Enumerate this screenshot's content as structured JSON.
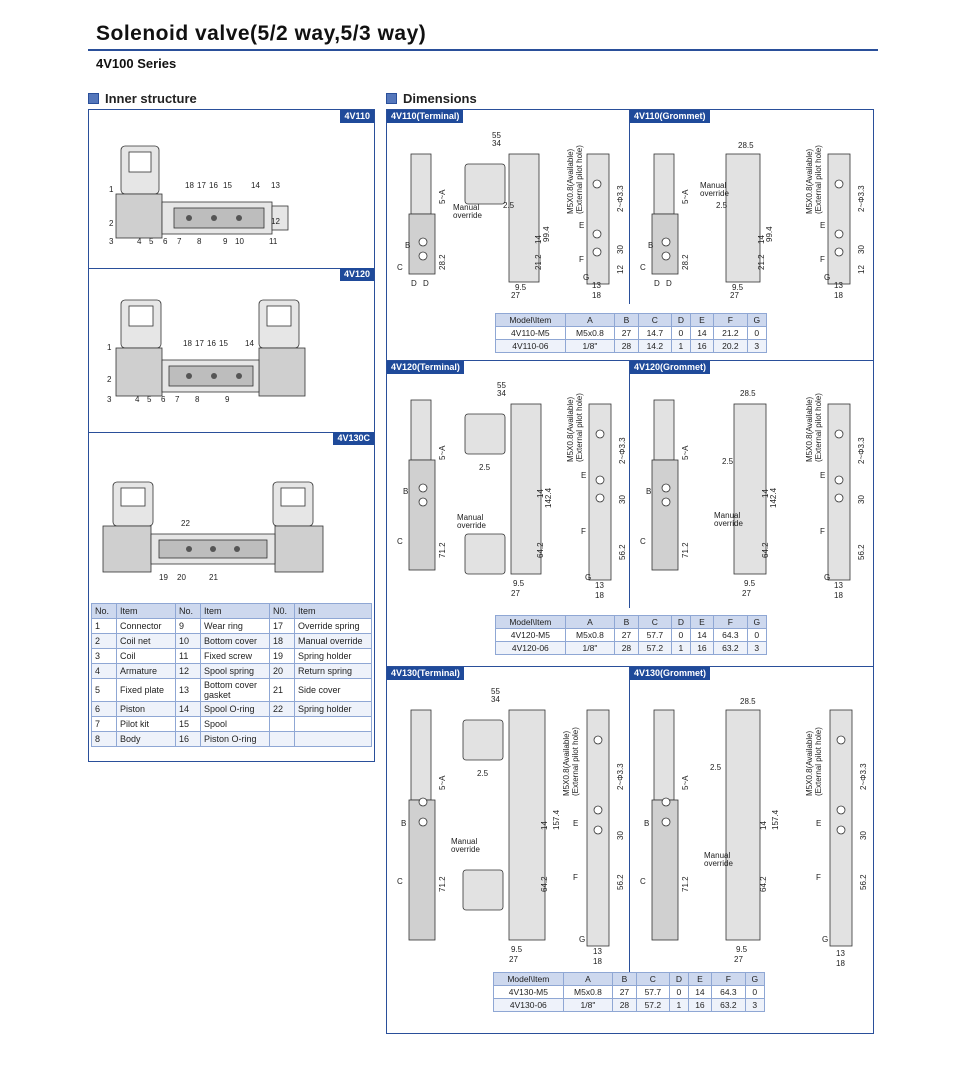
{
  "header": {
    "title": "Solenoid valve(5/2 way,5/3 way)",
    "subtitle": "4V100 Series"
  },
  "sections": {
    "inner": "Inner structure",
    "dims": "Dimensions"
  },
  "inner_tags": [
    "4V110",
    "4V120",
    "4V130C"
  ],
  "dim_tags": {
    "v110t": "4V110(Terminal)",
    "v110g": "4V110(Grommet)",
    "v120t": "4V120(Terminal)",
    "v120g": "4V120(Grommet)",
    "v130t": "4V130(Terminal)",
    "v130g": "4V130(Grommet)"
  },
  "parts_table": {
    "headers": [
      "No.",
      "Item",
      "No.",
      "Item",
      "N0.",
      "Item"
    ],
    "rows": [
      [
        "1",
        "Connector",
        "9",
        "Wear ring",
        "17",
        "Override spring"
      ],
      [
        "2",
        "Coil net",
        "10",
        "Bottom cover",
        "18",
        "Manual override"
      ],
      [
        "3",
        "Coil",
        "11",
        "Fixed screw",
        "19",
        "Spring holder"
      ],
      [
        "4",
        "Armature",
        "12",
        "Spool spring",
        "20",
        "Return spring"
      ],
      [
        "5",
        "Fixed plate",
        "13",
        "Bottom cover gasket",
        "21",
        "Side cover"
      ],
      [
        "6",
        "Piston",
        "14",
        "Spool O-ring",
        "22",
        "Spring holder"
      ],
      [
        "7",
        "Pilot kit",
        "15",
        "Spool",
        "",
        ""
      ],
      [
        "8",
        "Body",
        "16",
        "Piston O-ring",
        "",
        ""
      ]
    ]
  },
  "dim_tables": {
    "headers": [
      "Model\\Item",
      "A",
      "B",
      "C",
      "D",
      "E",
      "F",
      "G"
    ],
    "v110": [
      [
        "4V110-M5",
        "M5x0.8",
        "27",
        "14.7",
        "0",
        "14",
        "21.2",
        "0"
      ],
      [
        "4V110-06",
        "1/8\"",
        "28",
        "14.2",
        "1",
        "16",
        "20.2",
        "3"
      ]
    ],
    "v120": [
      [
        "4V120-M5",
        "M5x0.8",
        "27",
        "57.7",
        "0",
        "14",
        "64.3",
        "0"
      ],
      [
        "4V120-06",
        "1/8\"",
        "28",
        "57.2",
        "1",
        "16",
        "63.2",
        "3"
      ]
    ],
    "v130": [
      [
        "4V130-M5",
        "M5x0.8",
        "27",
        "57.7",
        "0",
        "14",
        "64.3",
        "0"
      ],
      [
        "4V130-06",
        "1/8\"",
        "28",
        "57.2",
        "1",
        "16",
        "63.2",
        "3"
      ]
    ]
  },
  "labels": {
    "manual": "Manual",
    "override": "override",
    "m5": "M5X0.8(Available)",
    "ext": "(External pilot hole)",
    "d55": "55",
    "d34": "34",
    "d285": "28.5",
    "d25": "2.5",
    "d5a": "5~A",
    "d95": "9.5",
    "d27": "27",
    "d13": "13",
    "d18": "18",
    "dia33": "2~Φ3.3",
    "d30": "30",
    "d14": "14",
    "d212": "21.2",
    "d994": "99.4",
    "d282": "28.2",
    "d12": "12",
    "d1424": "142.4",
    "d712": "71.2",
    "d642": "64.2",
    "d562": "56.2",
    "d1574": "157.4",
    "B": "B",
    "C": "C",
    "D": "D",
    "E": "E",
    "F": "F",
    "G": "G"
  },
  "callouts": {
    "v110": [
      "1",
      "2",
      "3",
      "4",
      "5",
      "6",
      "7",
      "8",
      "9",
      "10",
      "11",
      "12",
      "13",
      "14",
      "15",
      "16",
      "17",
      "18"
    ],
    "v120": [
      "1",
      "2",
      "3",
      "4",
      "5",
      "6",
      "7",
      "8",
      "9",
      "14",
      "15",
      "16",
      "17",
      "18"
    ],
    "v130": [
      "19",
      "20",
      "21",
      "22"
    ]
  }
}
